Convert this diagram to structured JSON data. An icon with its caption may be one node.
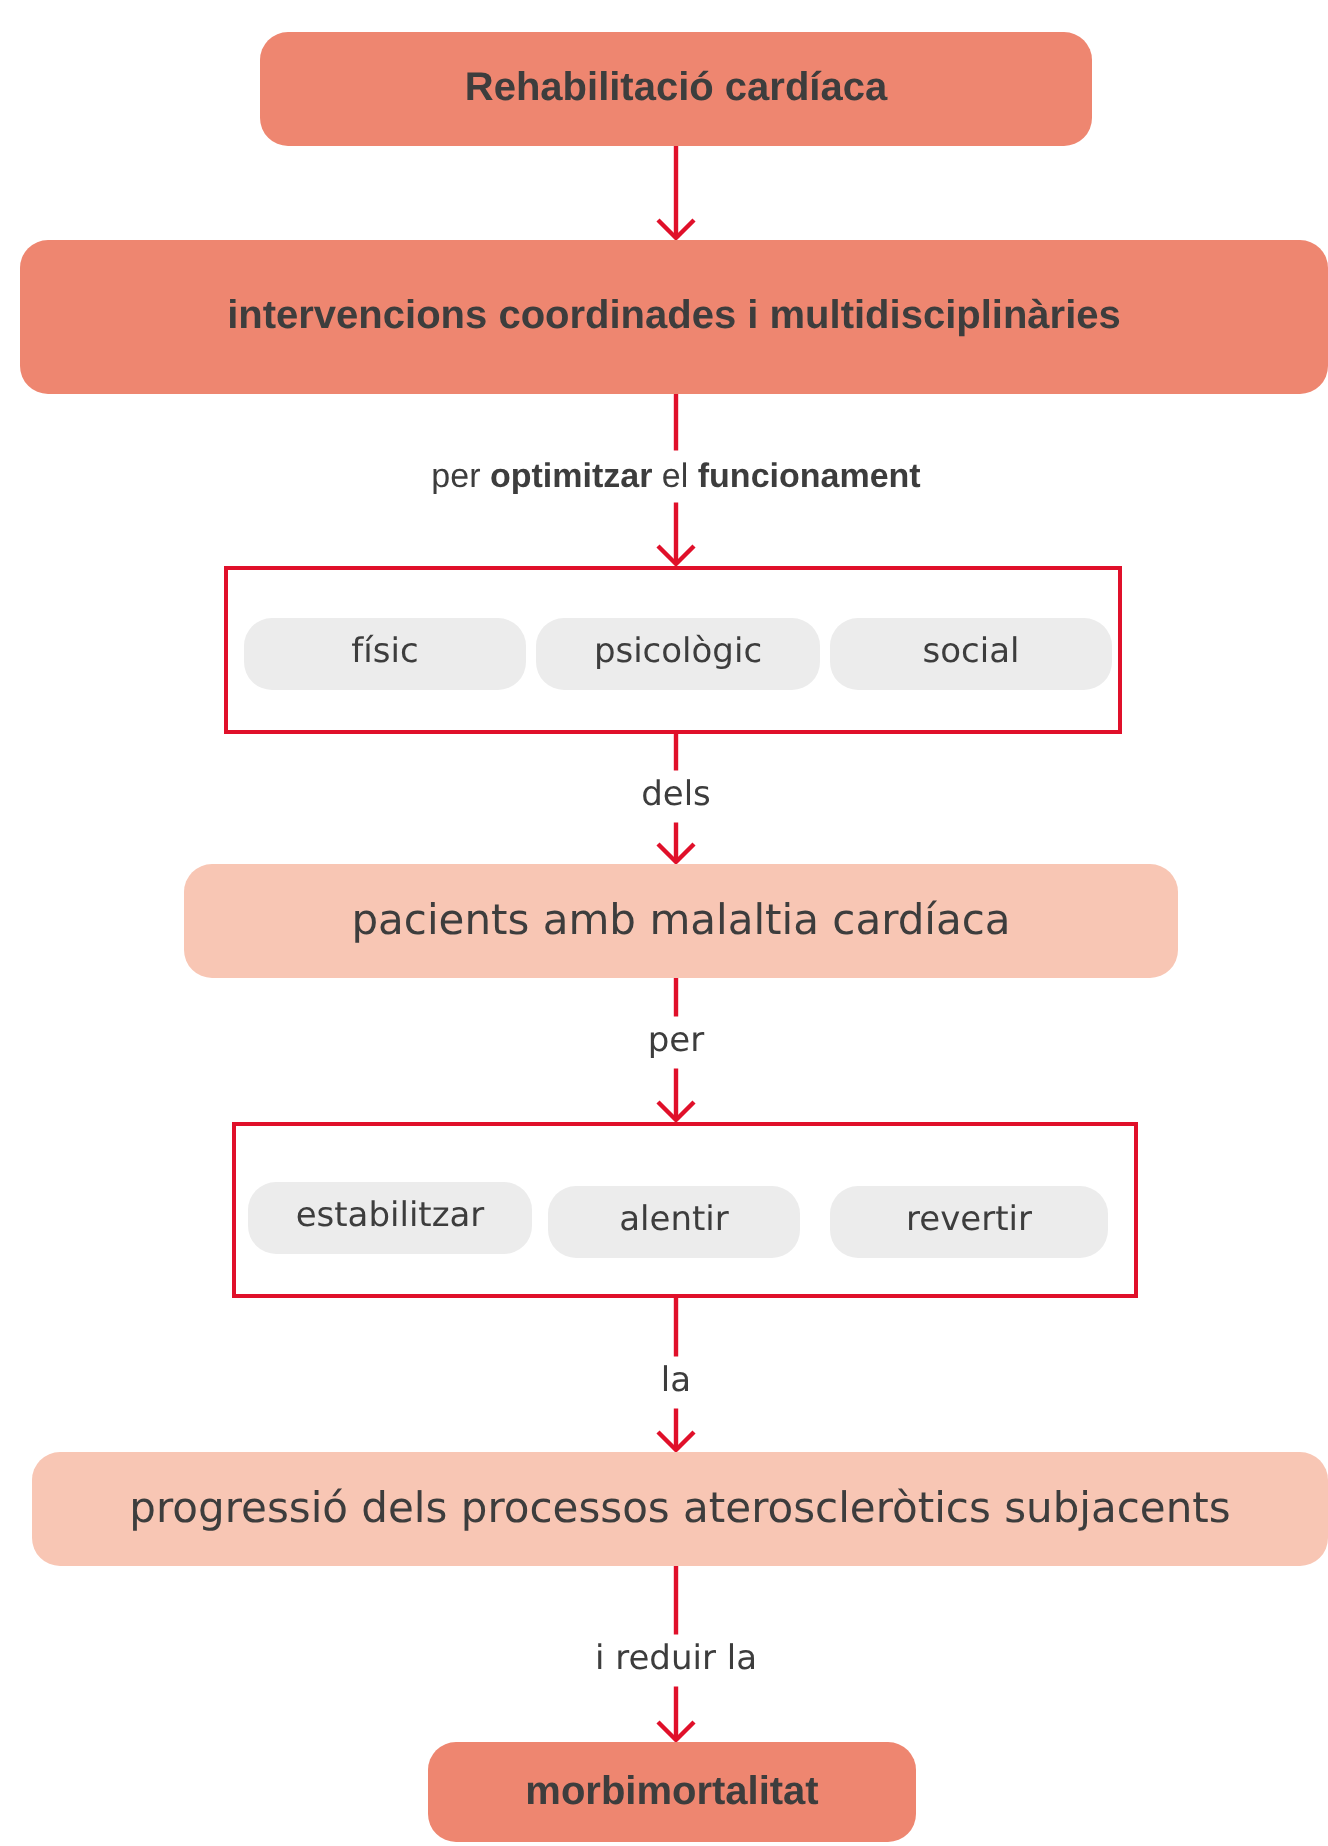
{
  "diagram": {
    "nodes": [
      {
        "text": [
          "Rehabilitació cardíaca"
        ]
      },
      {
        "text": [
          "intervencions coordinades i multidisciplinàries"
        ]
      },
      {
        "text": [],
        "shape": "box"
      },
      {
        "text": [
          "físic"
        ],
        "in": 2
      },
      {
        "text": [
          "psicològic"
        ],
        "in": 2
      },
      {
        "text": [
          "social"
        ],
        "in": 2
      },
      {
        "text": [
          "pacients amb malaltia cardíaca"
        ]
      },
      {
        "text": [],
        "shape": "box"
      },
      {
        "text": [
          "estabilitzar"
        ],
        "in": 7
      },
      {
        "text": [
          "alentir"
        ],
        "in": 7
      },
      {
        "text": [
          "revertir"
        ],
        "in": 7
      },
      {
        "text": [
          "progressió dels processos ateroscleròtics subjacents"
        ]
      },
      {
        "text": [
          "morbimortalitat"
        ]
      }
    ],
    "edges": [
      {
        "from": 0,
        "to": 1,
        "arrow": "to"
      },
      {
        "from": 1,
        "to": 2,
        "arrow": "to",
        "label": "per **optimitzar** el **funcionament**"
      },
      {
        "from": 2,
        "to": 6,
        "arrow": "to",
        "label": "dels"
      },
      {
        "from": 6,
        "to": 7,
        "arrow": "to",
        "label": "per"
      },
      {
        "from": 7,
        "to": 11,
        "arrow": "to",
        "label": "la"
      },
      {
        "from": 11,
        "to": 12,
        "arrow": "to",
        "label": "i reduir la"
      }
    ]
  }
}
